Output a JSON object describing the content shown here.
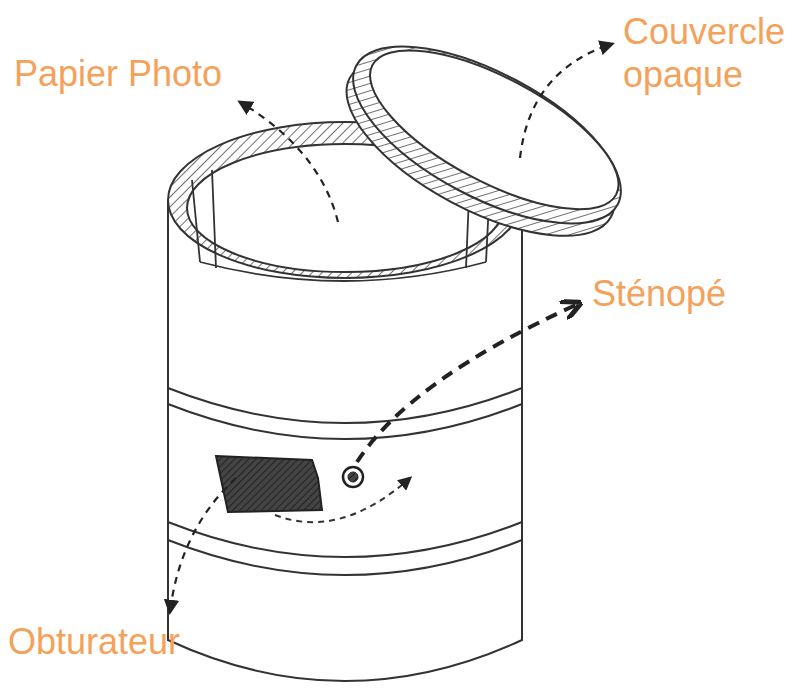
{
  "diagram": {
    "labels": [
      "Papier Photo",
      "Couvercle opaque",
      "Sténopé",
      "Obturateur"
    ]
  }
}
